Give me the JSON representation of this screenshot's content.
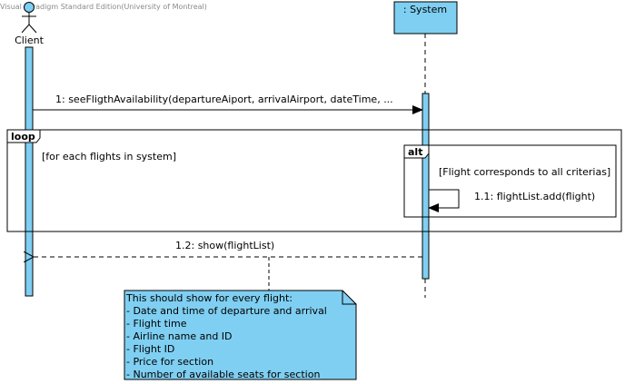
{
  "watermark": "Visual Paradigm Standard Edition(University of Montreal)",
  "colors": {
    "activation": "#7fcff2",
    "note": "#7fcff2",
    "lifeline_box": "#7fcff2",
    "stroke": "#000000",
    "watermark": "#8a8a8a"
  },
  "actor": {
    "name": "Client",
    "icon": "stick-figure-icon"
  },
  "system": {
    "name": ": System"
  },
  "messages": {
    "m1": "1: seeFligthAvailability(departureAiport, arrivalAirport, dateTime, ...",
    "m11": "1.1: flightList.add(flight)",
    "m12": "1.2: show(flightList)"
  },
  "loop": {
    "label": "loop",
    "guard": "[for each flights in system]"
  },
  "alt": {
    "label": "alt",
    "guard": "[Flight corresponds to all criterias]"
  },
  "note": {
    "lines": [
      "This should show for every flight:",
      "- Date and time of departure and arrival",
      "- Flight time",
      "- Airline name and ID",
      "- Flight ID",
      "- Price for section",
      "- Number of available seats for section"
    ]
  }
}
